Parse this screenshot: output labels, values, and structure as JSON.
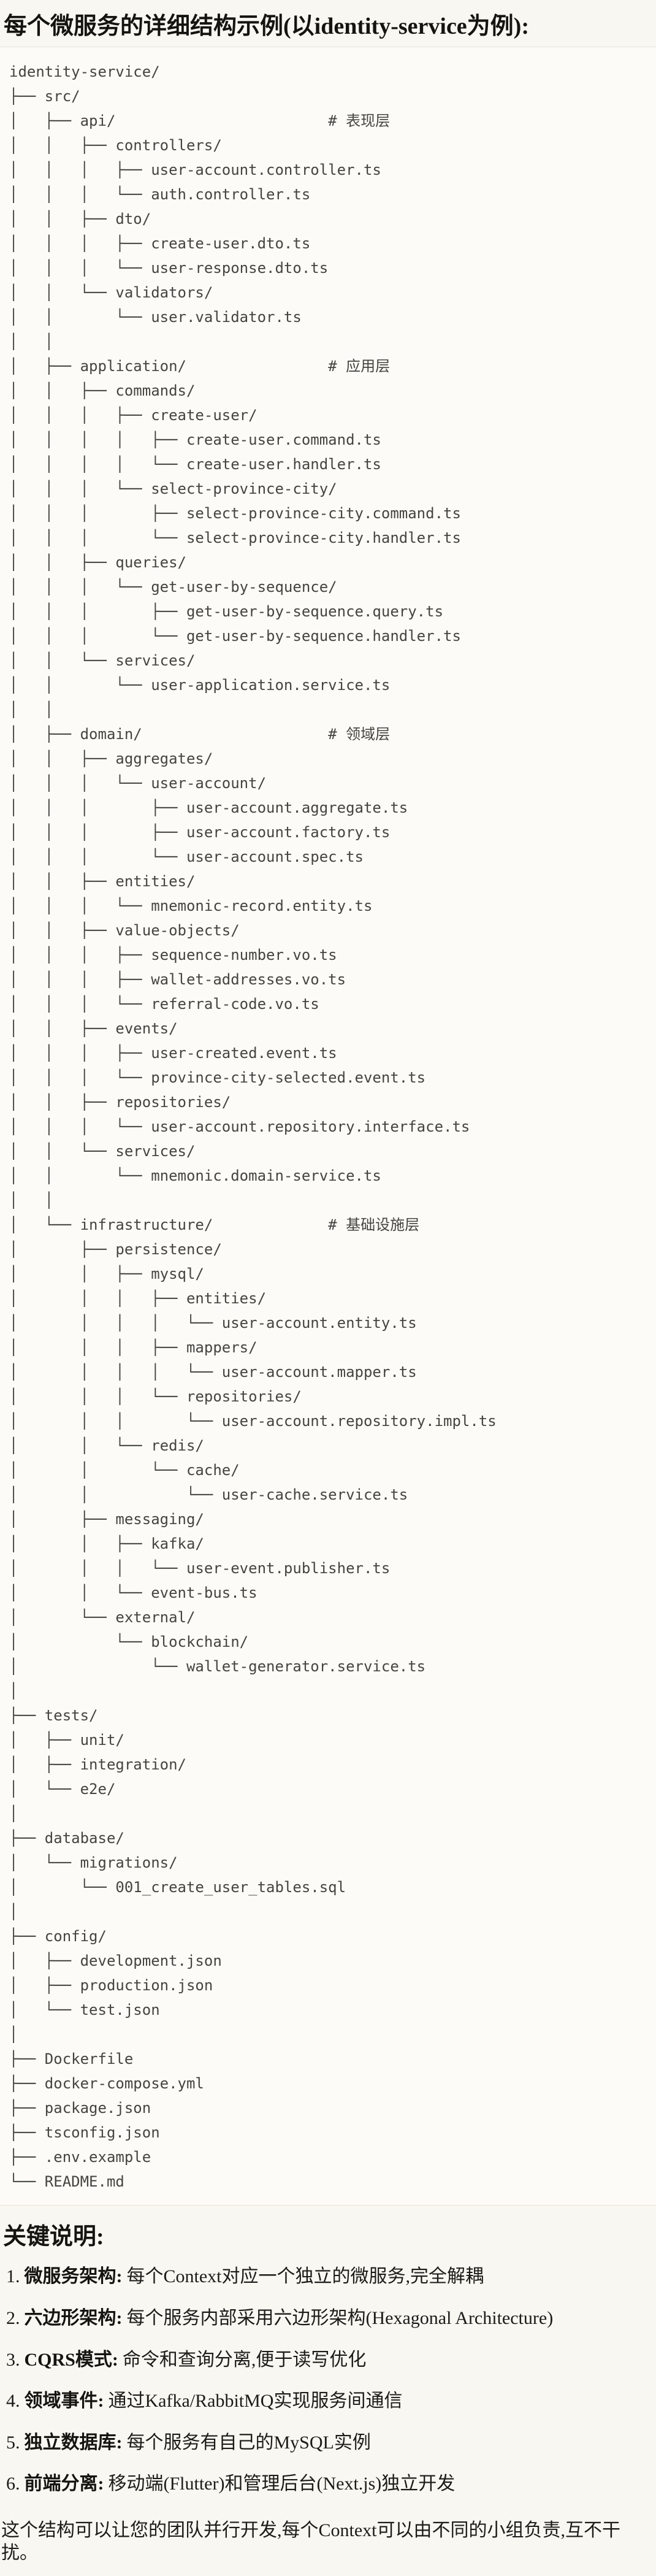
{
  "heading": {
    "title": "每个微服务的详细结构示例(以identity-service为例):"
  },
  "code_block": {
    "language": "text",
    "tree_lines": [
      "identity-service/",
      "├── src/",
      "│   ├── api/                        # 表现层",
      "│   │   ├── controllers/",
      "│   │   │   ├── user-account.controller.ts",
      "│   │   │   └── auth.controller.ts",
      "│   │   ├── dto/",
      "│   │   │   ├── create-user.dto.ts",
      "│   │   │   └── user-response.dto.ts",
      "│   │   └── validators/",
      "│   │       └── user.validator.ts",
      "│   │",
      "│   ├── application/                # 应用层",
      "│   │   ├── commands/",
      "│   │   │   ├── create-user/",
      "│   │   │   │   ├── create-user.command.ts",
      "│   │   │   │   └── create-user.handler.ts",
      "│   │   │   └── select-province-city/",
      "│   │   │       ├── select-province-city.command.ts",
      "│   │   │       └── select-province-city.handler.ts",
      "│   │   ├── queries/",
      "│   │   │   └── get-user-by-sequence/",
      "│   │   │       ├── get-user-by-sequence.query.ts",
      "│   │   │       └── get-user-by-sequence.handler.ts",
      "│   │   └── services/",
      "│   │       └── user-application.service.ts",
      "│   │",
      "│   ├── domain/                     # 领域层",
      "│   │   ├── aggregates/",
      "│   │   │   └── user-account/",
      "│   │   │       ├── user-account.aggregate.ts",
      "│   │   │       ├── user-account.factory.ts",
      "│   │   │       └── user-account.spec.ts",
      "│   │   ├── entities/",
      "│   │   │   └── mnemonic-record.entity.ts",
      "│   │   ├── value-objects/",
      "│   │   │   ├── sequence-number.vo.ts",
      "│   │   │   ├── wallet-addresses.vo.ts",
      "│   │   │   └── referral-code.vo.ts",
      "│   │   ├── events/",
      "│   │   │   ├── user-created.event.ts",
      "│   │   │   └── province-city-selected.event.ts",
      "│   │   ├── repositories/",
      "│   │   │   └── user-account.repository.interface.ts",
      "│   │   └── services/",
      "│   │       └── mnemonic.domain-service.ts",
      "│   │",
      "│   └── infrastructure/             # 基础设施层",
      "│       ├── persistence/",
      "│       │   ├── mysql/",
      "│       │   │   ├── entities/",
      "│       │   │   │   └── user-account.entity.ts",
      "│       │   │   ├── mappers/",
      "│       │   │   │   └── user-account.mapper.ts",
      "│       │   │   └── repositories/",
      "│       │   │       └── user-account.repository.impl.ts",
      "│       │   └── redis/",
      "│       │       └── cache/",
      "│       │           └── user-cache.service.ts",
      "│       ├── messaging/",
      "│       │   ├── kafka/",
      "│       │   │   └── user-event.publisher.ts",
      "│       │   └── event-bus.ts",
      "│       └── external/",
      "│           └── blockchain/",
      "│               └── wallet-generator.service.ts",
      "│",
      "├── tests/",
      "│   ├── unit/",
      "│   ├── integration/",
      "│   └── e2e/",
      "│",
      "├── database/",
      "│   └── migrations/",
      "│       └── 001_create_user_tables.sql",
      "│",
      "├── config/",
      "│   ├── development.json",
      "│   ├── production.json",
      "│   └── test.json",
      "│",
      "├── Dockerfile",
      "├── docker-compose.yml",
      "├── package.json",
      "├── tsconfig.json",
      "├── .env.example",
      "└── README.md"
    ]
  },
  "notes": {
    "heading": "关键说明:",
    "items": [
      {
        "num": "1.",
        "term": "微服务架构:",
        "desc": "每个Context对应一个独立的微服务,完全解耦"
      },
      {
        "num": "2.",
        "term": "六边形架构:",
        "desc": "每个服务内部采用六边形架构(Hexagonal Architecture)"
      },
      {
        "num": "3.",
        "term": "CQRS模式:",
        "desc": "命令和查询分离,便于读写优化"
      },
      {
        "num": "4.",
        "term": "领域事件:",
        "desc": "通过Kafka/RabbitMQ实现服务间通信"
      },
      {
        "num": "5.",
        "term": "独立数据库:",
        "desc": "每个服务有自己的MySQL实例"
      },
      {
        "num": "6.",
        "term": "前端分离:",
        "desc": "移动端(Flutter)和管理后台(Next.js)独立开发"
      }
    ],
    "footer": "这个结构可以让您的团队并行开发,每个Context可以由不同的小组负责,互不干扰。"
  },
  "colors": {
    "page_bg": "#F9F7F2",
    "code_bg": "#FCFBF7",
    "code_border": "#E7E4DC",
    "code_text": "#45443F",
    "body_text": "#1C1B18"
  }
}
